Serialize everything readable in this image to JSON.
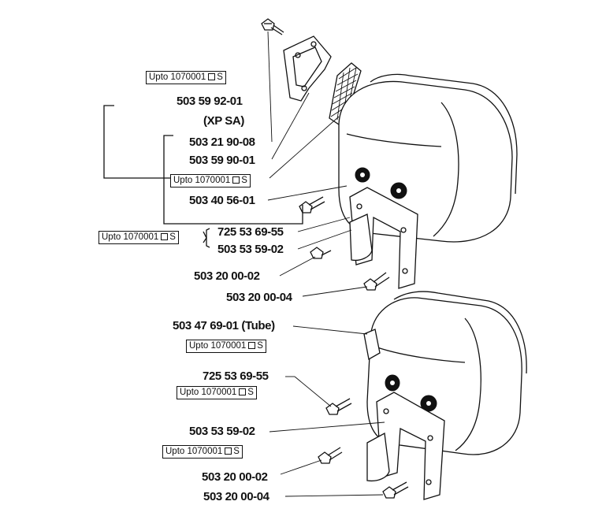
{
  "labels": {
    "part_a": "503 59 92-01",
    "xp_sa": "(XP SA)",
    "part_b": "503 21 90-08",
    "part_c": "503 59 90-01",
    "part_d": "503 40 56-01",
    "part_e": "725 53 69-55",
    "part_f": "503 53 59-02",
    "part_g": "503 20 00-02",
    "part_h": "503 20 00-04",
    "part_i": "503 47 69-01 (Tube)",
    "part_j": "725 53 69-55",
    "part_k": "503 53 59-02",
    "part_l": "503 20 00-02",
    "part_m": "503 20 00-04"
  },
  "serial_note": {
    "text": "Upto 1070001",
    "suffix": "S"
  }
}
